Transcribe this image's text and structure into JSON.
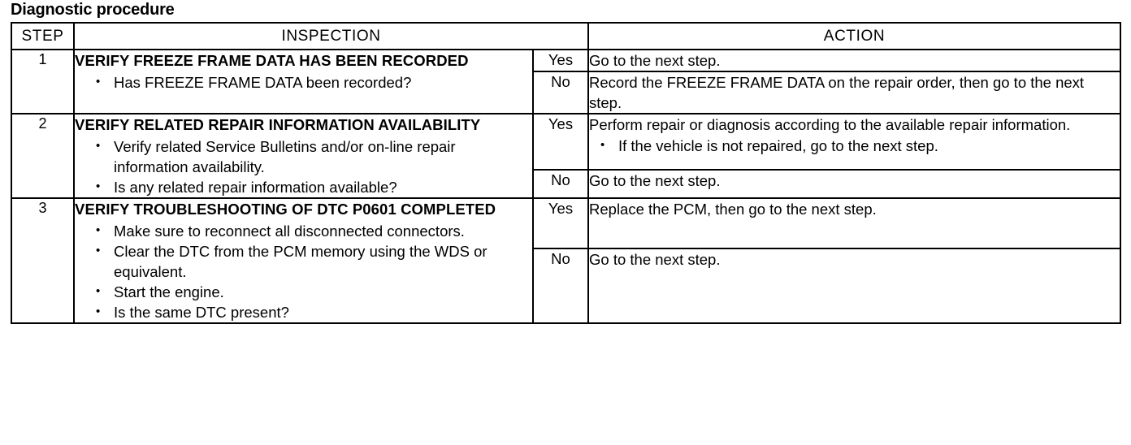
{
  "document": {
    "title": "Diagnostic procedure"
  },
  "table": {
    "headers": {
      "step": "STEP",
      "inspection": "INSPECTION",
      "action": "ACTION"
    },
    "rows": [
      {
        "step": "1",
        "inspection": {
          "title": "VERIFY FREEZE FRAME DATA HAS BEEN RECORDED",
          "bullets": [
            "Has FREEZE FRAME DATA been recorded?"
          ]
        },
        "branches": [
          {
            "label": "Yes",
            "text": "Go to the next step.",
            "bullets": []
          },
          {
            "label": "No",
            "text": "Record the FREEZE FRAME DATA on the repair order, then go to the next step.",
            "bullets": []
          }
        ]
      },
      {
        "step": "2",
        "inspection": {
          "title": "VERIFY RELATED REPAIR INFORMATION AVAILABILITY",
          "bullets": [
            "Verify related Service Bulletins and/or on-line repair information availability.",
            "Is any related repair information available?"
          ]
        },
        "branches": [
          {
            "label": "Yes",
            "text": "Perform repair or diagnosis according to the available repair information.",
            "bullets": [
              "If the vehicle is not repaired, go to the next step."
            ]
          },
          {
            "label": "No",
            "text": "Go to the next step.",
            "bullets": []
          }
        ]
      },
      {
        "step": "3",
        "inspection": {
          "title": "VERIFY TROUBLESHOOTING OF DTC P0601 COMPLETED",
          "bullets": [
            "Make sure to reconnect all disconnected connectors.",
            "Clear the DTC from the PCM memory using the WDS or equivalent.",
            "Start the engine.",
            "Is the same DTC present?"
          ]
        },
        "branches": [
          {
            "label": "Yes",
            "text": "Replace the PCM, then go to the next step.",
            "bullets": []
          },
          {
            "label": "No",
            "text": "Go to the next step.",
            "bullets": []
          }
        ]
      }
    ]
  },
  "colors": {
    "ink": "#000000",
    "paper": "#ffffff"
  }
}
